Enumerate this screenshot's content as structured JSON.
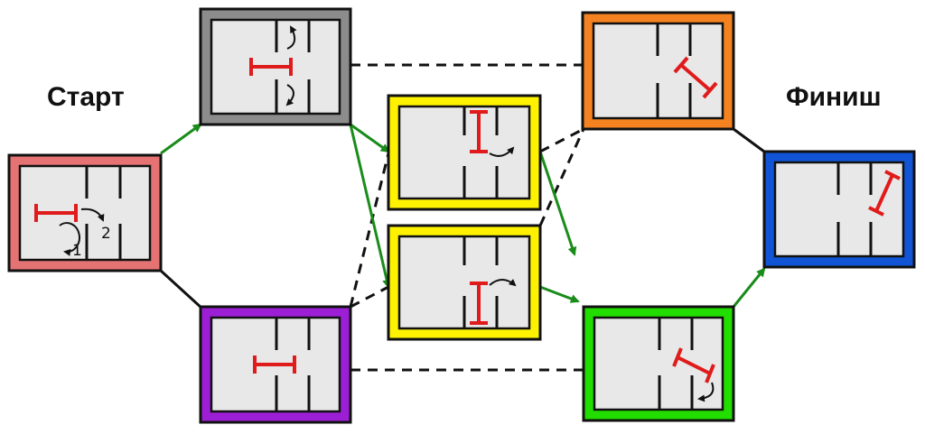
{
  "labels": {
    "start": "Старт",
    "finish": "Финиш",
    "step_one": "1",
    "step_two": "2"
  },
  "colors": {
    "start_red": "#e57373",
    "grey": "#8c8c8c",
    "purple": "#9c1fd6",
    "yellow": "#fff200",
    "orange": "#f58220",
    "green": "#22dd00",
    "blue": "#1155d6",
    "piece_red": "#e01b1b",
    "arrow_green": "#1a8c1a",
    "inner_fill": "#e8e8e8"
  },
  "nodes": [
    {
      "id": "start",
      "color_key": "start_red"
    },
    {
      "id": "grey",
      "color_key": "grey"
    },
    {
      "id": "purple",
      "color_key": "purple"
    },
    {
      "id": "yellow-top",
      "color_key": "yellow"
    },
    {
      "id": "yellow-bottom",
      "color_key": "yellow"
    },
    {
      "id": "orange",
      "color_key": "orange"
    },
    {
      "id": "green",
      "color_key": "green"
    },
    {
      "id": "finish",
      "color_key": "blue"
    }
  ]
}
